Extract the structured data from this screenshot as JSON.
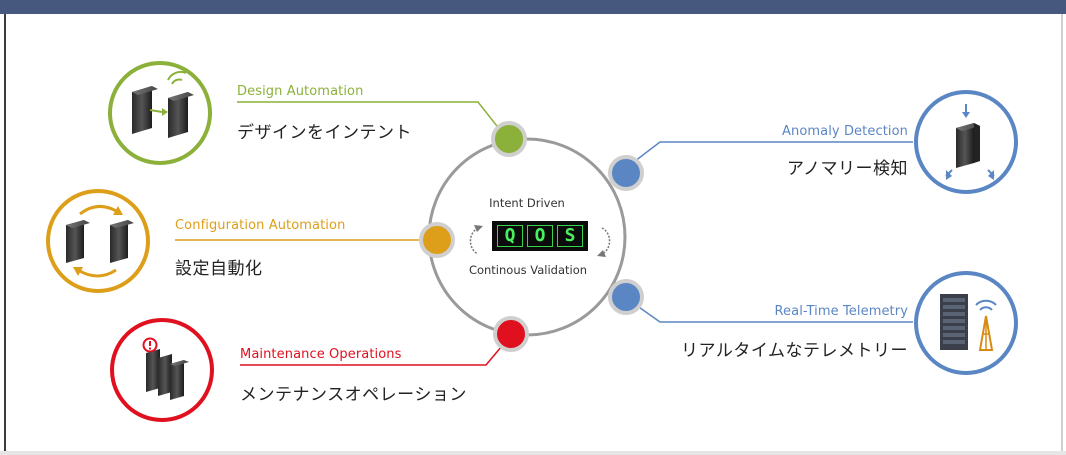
{
  "center": {
    "top_label": "Intent Driven",
    "bottom_label": "Continous Validation",
    "qos_letters": [
      "Q",
      "O",
      "S"
    ]
  },
  "nodes": [
    {
      "id": "design",
      "en": "Design Automation",
      "jp": "デザインをインテント",
      "color": "#8bb13a",
      "icon": "servers-wifi-icon"
    },
    {
      "id": "config",
      "en": "Configuration Automation",
      "jp": "設定自動化",
      "color": "#dd9f1a",
      "icon": "servers-sync-icon"
    },
    {
      "id": "maintenance",
      "en": "Maintenance Operations",
      "jp": "メンテナンスオペレーション",
      "color": "#e0101f",
      "icon": "servers-alert-icon"
    },
    {
      "id": "anomaly",
      "en": "Anomaly Detection",
      "jp": "アノマリー検知",
      "color": "#5b86c4",
      "icon": "server-arrows-icon"
    },
    {
      "id": "telemetry",
      "en": "Real-Time Telemetry",
      "jp": "リアルタイムなテレメトリー",
      "color": "#5b86c4",
      "icon": "server-antenna-icon"
    }
  ]
}
